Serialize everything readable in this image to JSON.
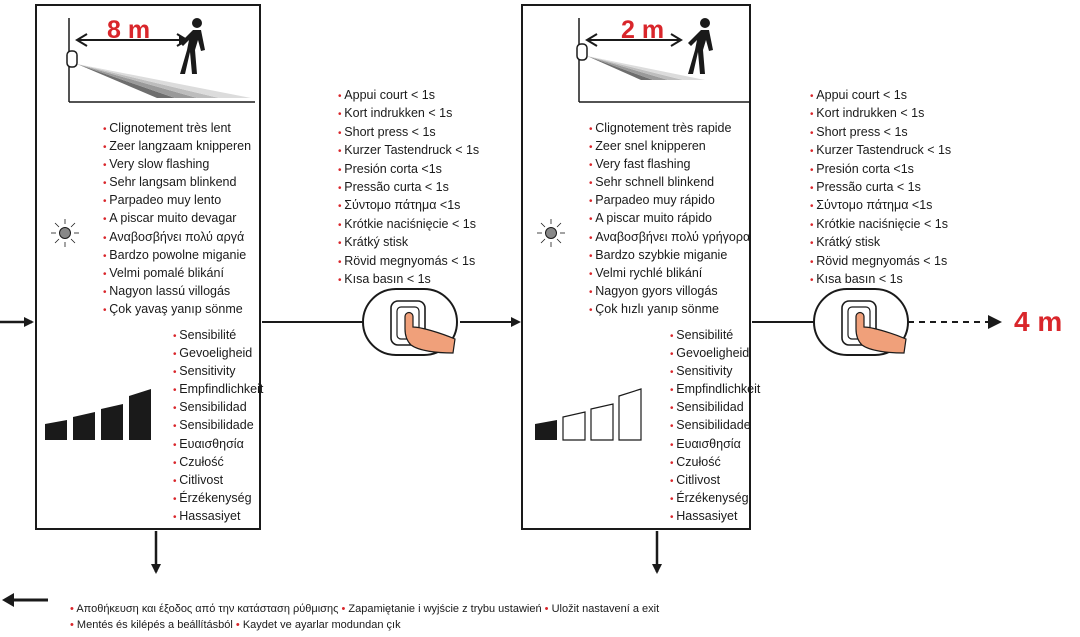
{
  "step1": {
    "distance": "8 m",
    "flash_texts": [
      "Clignotement très lent",
      "Zeer langzaam knipperen",
      "Very slow flashing",
      "Sehr langsam blinkend",
      "Parpadeo muy lento",
      "A piscar muito devagar",
      "Αναβοσβήνει πολύ αργά",
      "Bardzo powolne miganie",
      "Velmi pomalé blikání",
      "Nagyon lassú villogás",
      "Çok yavaş yanıp sönme"
    ],
    "sensitivity_level": 1.0
  },
  "step2": {
    "distance": "2 m",
    "flash_texts": [
      "Clignotement très rapide",
      "Zeer snel knipperen",
      "Very fast flashing",
      "Sehr schnell blinkend",
      "Parpadeo muy rápido",
      "A piscar muito rápido",
      "Αναβοσβήνει πολύ γρήγορα",
      "Bardzo szybkie miganie",
      "Velmi rychlé blikání",
      "Nagyon gyors villogás",
      "Çok hızlı yanıp sönme"
    ],
    "sensitivity_level": 0.25
  },
  "sensitivity_texts": [
    "Sensibilité",
    "Gevoeligheid",
    "Sensitivity",
    "Empfindlichkeit",
    "Sensibilidad",
    "Sensibilidade",
    "Ευαισθησία",
    "Czułość",
    "Citlivost",
    "Érzékenység",
    "Hassasiyet"
  ],
  "short_press_texts": [
    "Appui court < 1s",
    "Kort indrukken < 1s",
    "Short press < 1s",
    "Kurzer Tastendruck < 1s",
    "Presión corta <1s",
    "Pressão curta < 1s",
    "Σύντομο πάτημα <1s",
    "Krótkie naciśnięcie < 1s",
    "Krátký stisk",
    "Rövid megnyomás < 1s",
    "Kısa basın < 1s"
  ],
  "next_distance": "4 m",
  "save_exit_line1": [
    "Αποθήκευση και έξοδος από την κατάσταση ρύθμισης",
    "Zapamiętanie i wyjście z trybu ustawień",
    "Uložit nastavení a exit"
  ],
  "save_exit_line2": [
    "Mentés és kilépés a beállításból",
    "Kaydet ve ayarlar modundan çık"
  ],
  "colors": {
    "accent": "#d9262b",
    "line": "#1a1a1a",
    "finger": "#f0a07a"
  },
  "icons": [
    "walking-person-icon",
    "blinking-led-icon",
    "sensitivity-bars-icon",
    "finger-press-button-icon",
    "arrow-icon"
  ]
}
